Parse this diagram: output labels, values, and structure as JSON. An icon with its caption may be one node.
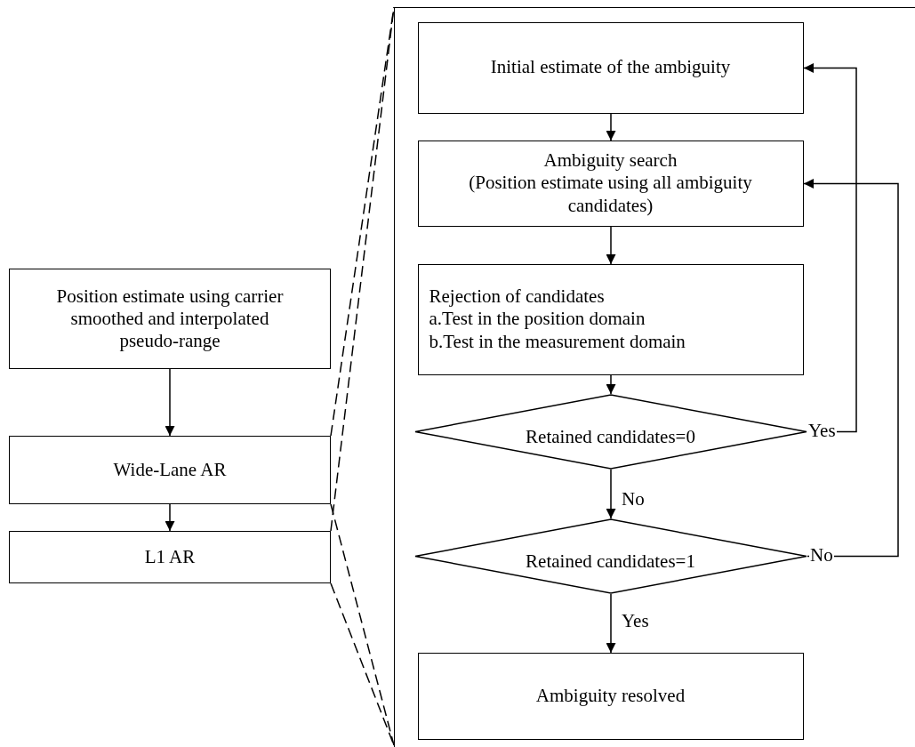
{
  "diagram": {
    "nodes": [
      {
        "text": [
          "Position estimate using carrier smoothed and interpolated pseudo-range"
        ]
      },
      {
        "text": [
          "Wide-Lane AR"
        ]
      },
      {
        "text": [
          "L1 AR"
        ]
      },
      {
        "text": [],
        "shape": "box"
      },
      {
        "text": [
          "Initial estimate of the ambiguity"
        ],
        "in": 3
      },
      {
        "text": [
          "Ambiguity search",
          "(Position estimate using all ambiguity candidates)"
        ],
        "in": 3
      },
      {
        "text": [
          "Rejection of candidates",
          "a.Test in the position domain",
          "b.Test in the measurement domain"
        ],
        "in": 3
      },
      {
        "text": [
          "Retained candidates=0"
        ],
        "in": 3
      },
      {
        "text": [
          "Retained candidates=1"
        ],
        "in": 3
      },
      {
        "text": [
          "Ambiguity resolved"
        ],
        "in": 3
      }
    ],
    "edges": [
      {
        "from": 0,
        "to": 1,
        "arrow": "to"
      },
      {
        "from": 1,
        "to": 2,
        "arrow": "to"
      },
      {
        "from": 1,
        "to": 3,
        "arrow": "none",
        "style": "dashed"
      },
      {
        "from": 1,
        "to": 3,
        "arrow": "none",
        "style": "dashed"
      },
      {
        "from": 2,
        "to": 3,
        "arrow": "none",
        "style": "dashed"
      },
      {
        "from": 2,
        "to": 3,
        "arrow": "none",
        "style": "dashed"
      },
      {
        "from": 4,
        "to": 5,
        "arrow": "to"
      },
      {
        "from": 5,
        "to": 6,
        "arrow": "to"
      },
      {
        "from": 6,
        "to": 7,
        "arrow": "to"
      },
      {
        "from": 7,
        "to": 8,
        "arrow": "to",
        "label": "No"
      },
      {
        "from": 8,
        "to": 9,
        "arrow": "to",
        "label": "Yes"
      },
      {
        "from": 7,
        "to": 4,
        "arrow": "to",
        "label": "Yes"
      },
      {
        "from": 8,
        "to": 5,
        "arrow": "to",
        "label": "No"
      }
    ]
  }
}
